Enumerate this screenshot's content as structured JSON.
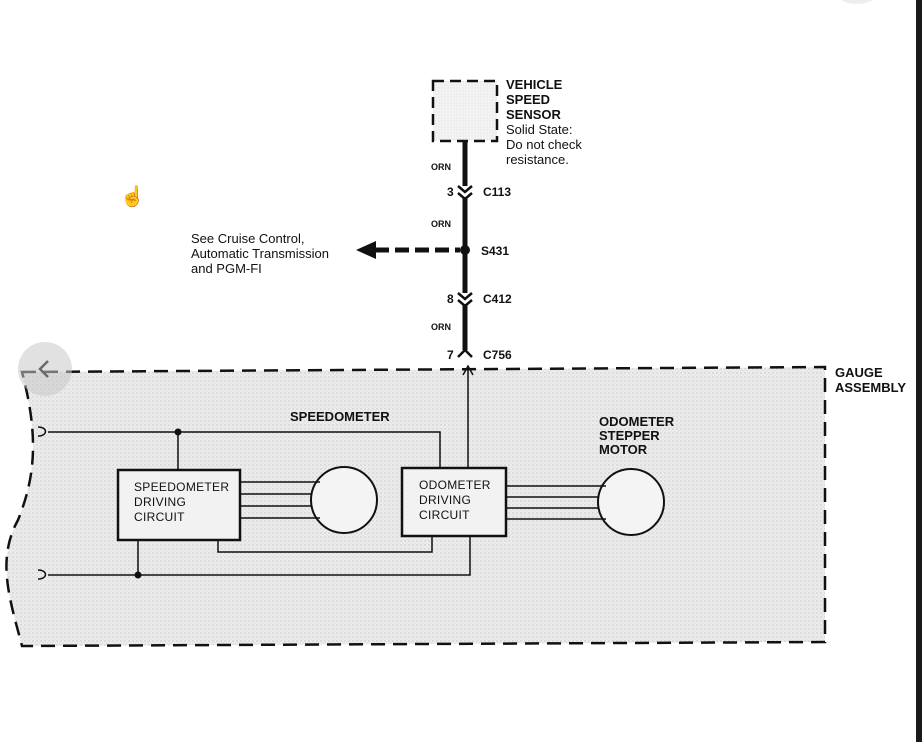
{
  "sensor": {
    "title": [
      "VEHICLE",
      "SPEED",
      "SENSOR"
    ],
    "note": [
      "Solid State:",
      "Do not check",
      "resistance."
    ]
  },
  "wires": {
    "color_1": "ORN",
    "color_2": "ORN",
    "color_3": "ORN"
  },
  "connectors": {
    "c113": {
      "pin": "3",
      "name": "C113"
    },
    "s431": {
      "name": "S431"
    },
    "c412": {
      "pin": "8",
      "name": "C412"
    },
    "c756": {
      "pin": "7",
      "name": "C756"
    }
  },
  "cross_reference": [
    "See Cruise Control,",
    "Automatic Transmission",
    "and PGM-FI"
  ],
  "gauge_assembly": [
    "GAUGE",
    "ASSEMBLY"
  ],
  "speedometer": {
    "label": "SPEEDOMETER",
    "circuit": [
      "SPEEDOMETER",
      "DRIVING",
      "CIRCUIT"
    ]
  },
  "odometer": {
    "circuit": [
      "ODOMETER",
      "DRIVING",
      "CIRCUIT"
    ],
    "motor": [
      "ODOMETER",
      "STEPPER",
      "MOTOR"
    ]
  },
  "nav": {
    "back_icon": "chevron-left-icon"
  },
  "colors": {
    "ink": "#111111",
    "shade": "#e6e6e6"
  }
}
